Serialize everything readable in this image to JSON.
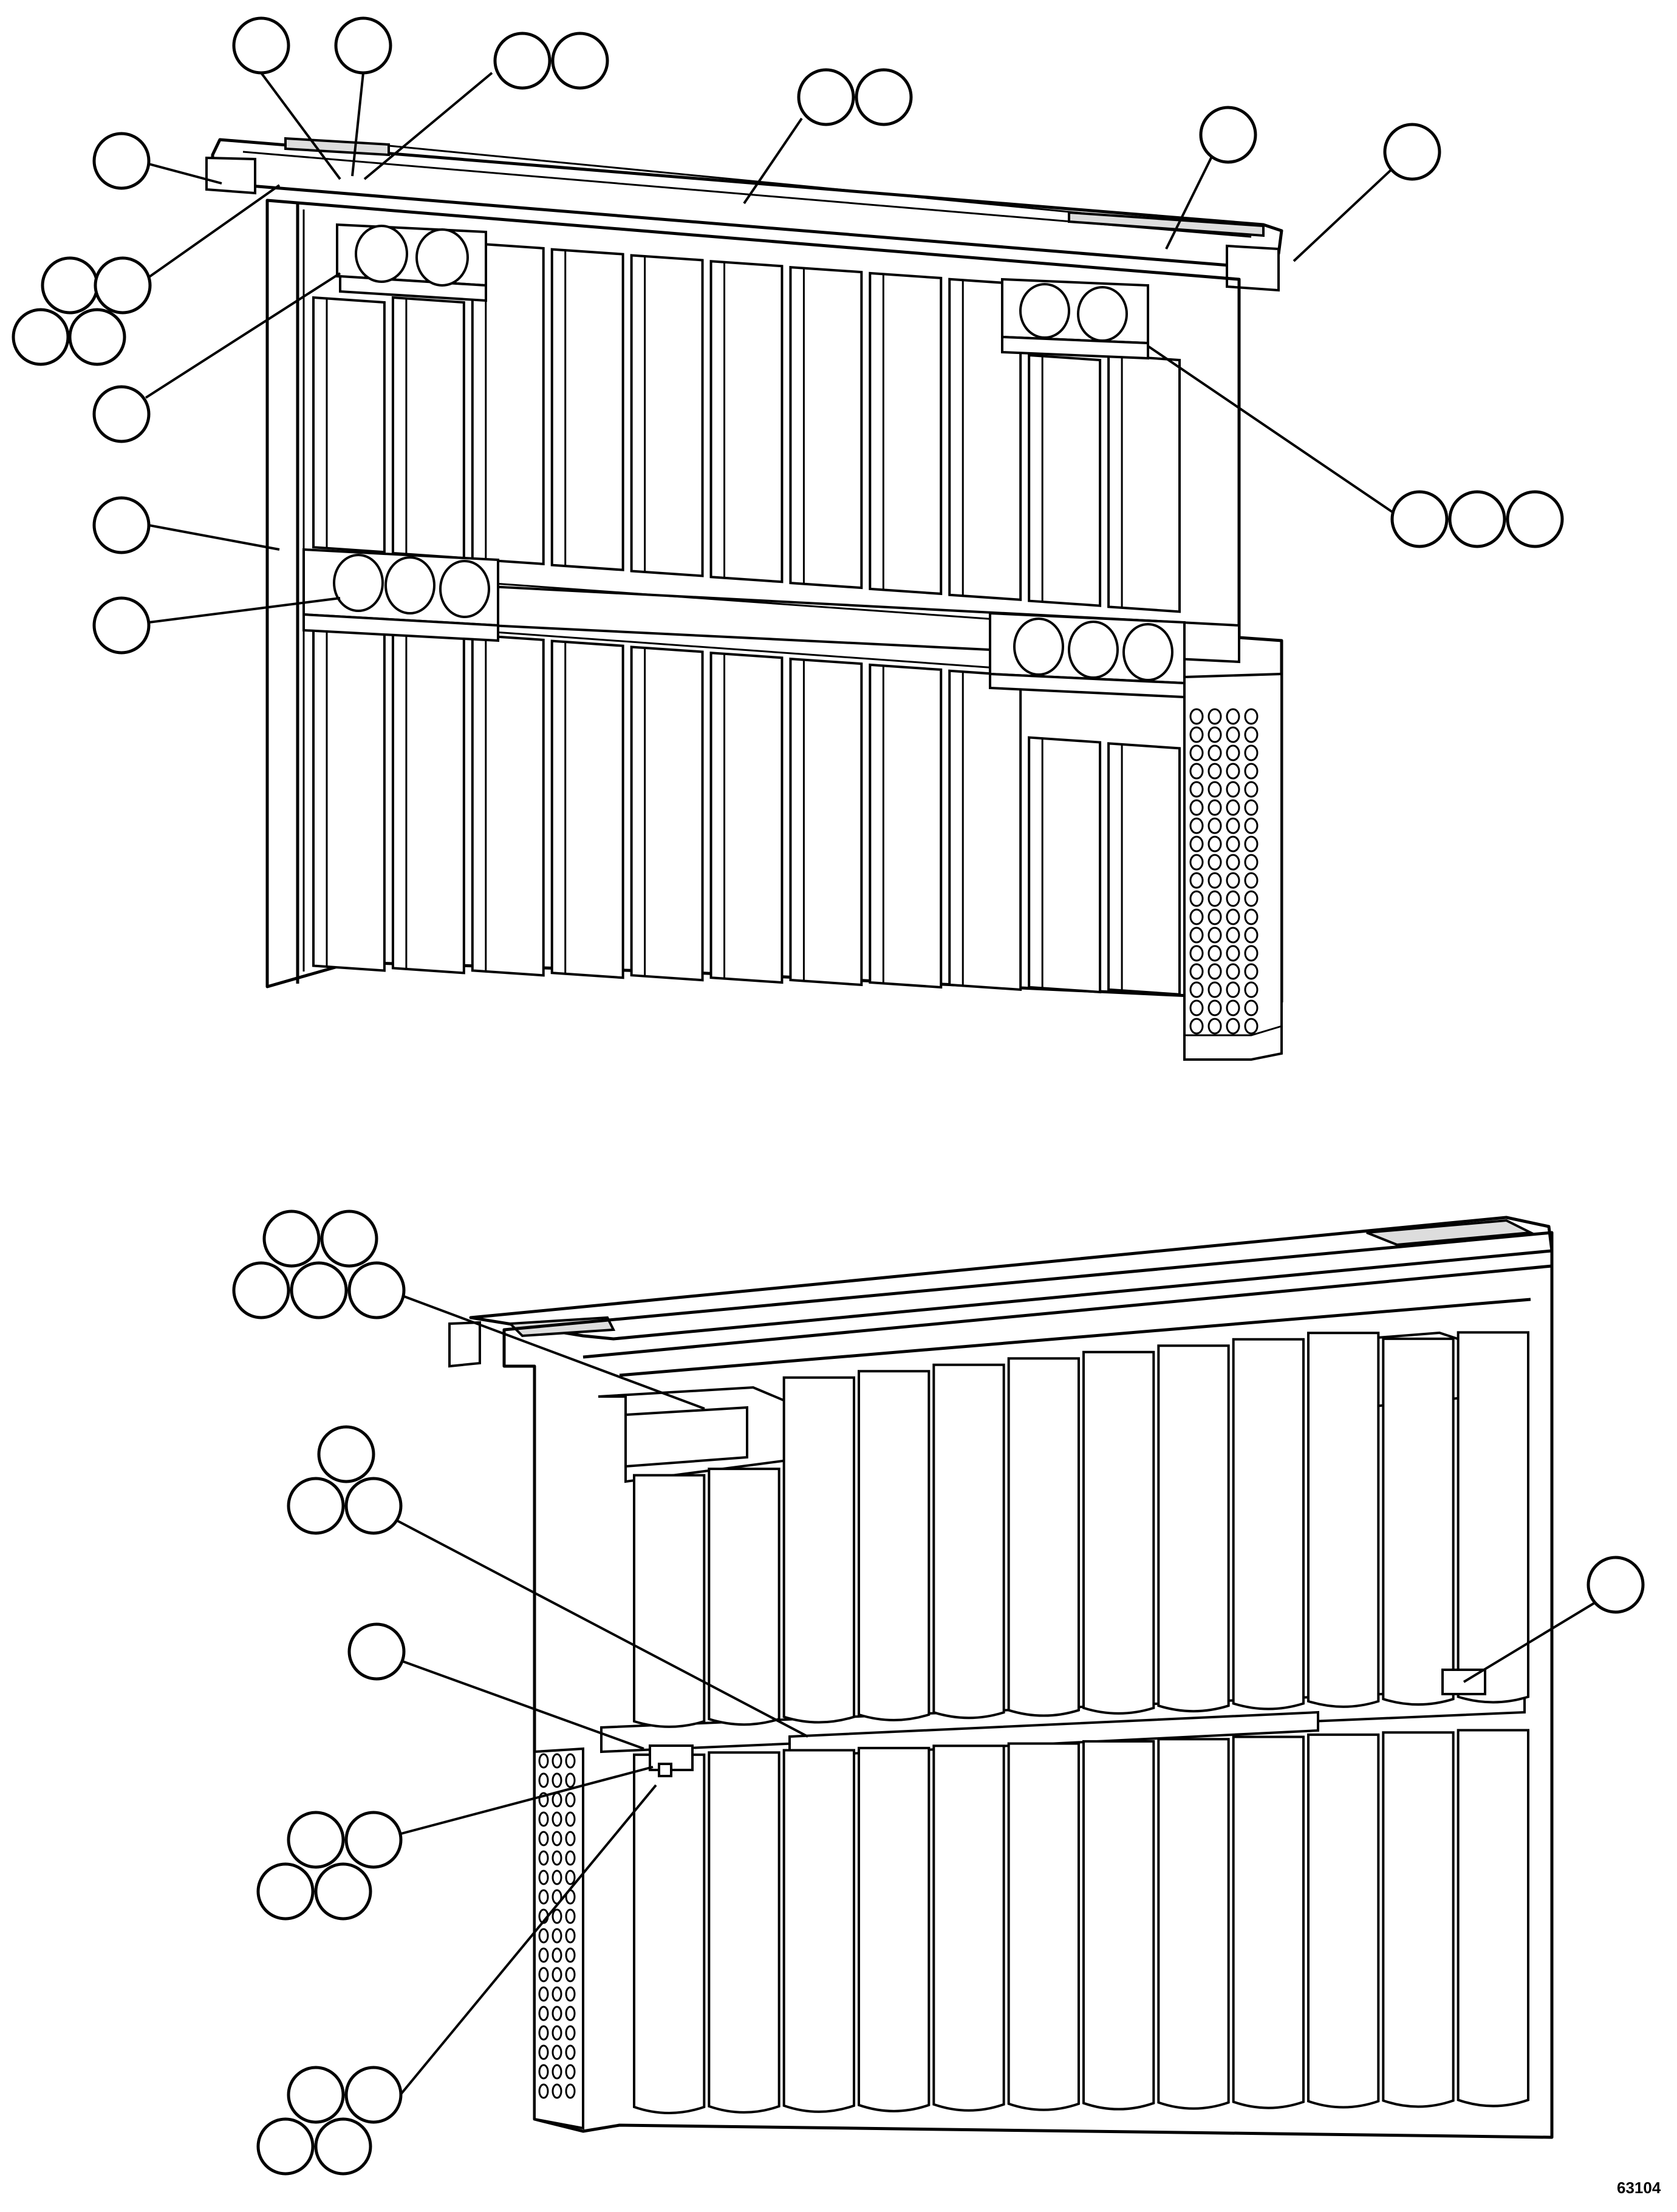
{
  "figure_number": "63104",
  "colors": {
    "line": "#000000",
    "background": "#ffffff",
    "perforation": "#555555"
  },
  "top_assembly": {
    "name": "front-view-cabinet",
    "panel_count_upper": 11,
    "panel_count_lower": 11,
    "fan_modules": [
      {
        "fans": 2
      },
      {
        "fans": 2
      },
      {
        "fans": 3
      },
      {
        "fans": 3
      }
    ]
  },
  "bottom_assembly": {
    "name": "rear-view-cabinet",
    "capacitor_columns_upper": 12,
    "capacitor_columns_lower": 12
  },
  "callout_groups": [
    {
      "id": "g1",
      "count": 1
    },
    {
      "id": "g2",
      "count": 1
    },
    {
      "id": "g3",
      "count": 2
    },
    {
      "id": "g4",
      "count": 2
    },
    {
      "id": "g5",
      "count": 1
    },
    {
      "id": "g6",
      "count": 1
    },
    {
      "id": "g7",
      "count": 1
    },
    {
      "id": "g8",
      "count": 4
    },
    {
      "id": "g9",
      "count": 1
    },
    {
      "id": "g10",
      "count": 1
    },
    {
      "id": "g11",
      "count": 1
    },
    {
      "id": "g12",
      "count": 3
    },
    {
      "id": "g13",
      "count": 5
    },
    {
      "id": "g14",
      "count": 3
    },
    {
      "id": "g15",
      "count": 1
    },
    {
      "id": "g16",
      "count": 1
    },
    {
      "id": "g17",
      "count": 4
    },
    {
      "id": "g18",
      "count": 4
    }
  ]
}
